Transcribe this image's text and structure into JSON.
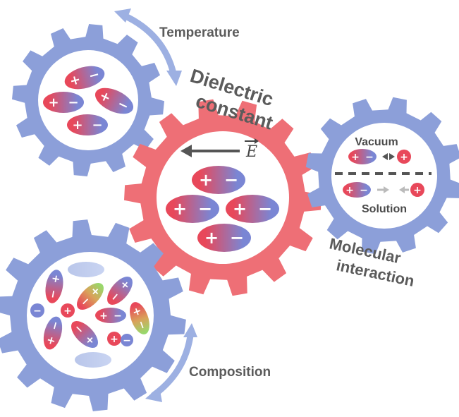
{
  "labels": {
    "temperature": "Temperature",
    "dielectric_line1": "Dielectric",
    "dielectric_line2": "constant",
    "field": "E",
    "vacuum": "Vacuum",
    "solution": "Solution",
    "molecular_line1": "Molecular",
    "molecular_line2": "interaction",
    "composition": "Composition"
  },
  "symbols": {
    "plus": "+",
    "minus": "−"
  },
  "colors": {
    "blue_gear": "#8c9fd9",
    "red_gear": "#ee6f76",
    "arrow": "#9db0e2",
    "text": "#5b5b5b",
    "positive": "#e8485a",
    "negative": "#7a86d4",
    "neutral": "#98d86c"
  }
}
